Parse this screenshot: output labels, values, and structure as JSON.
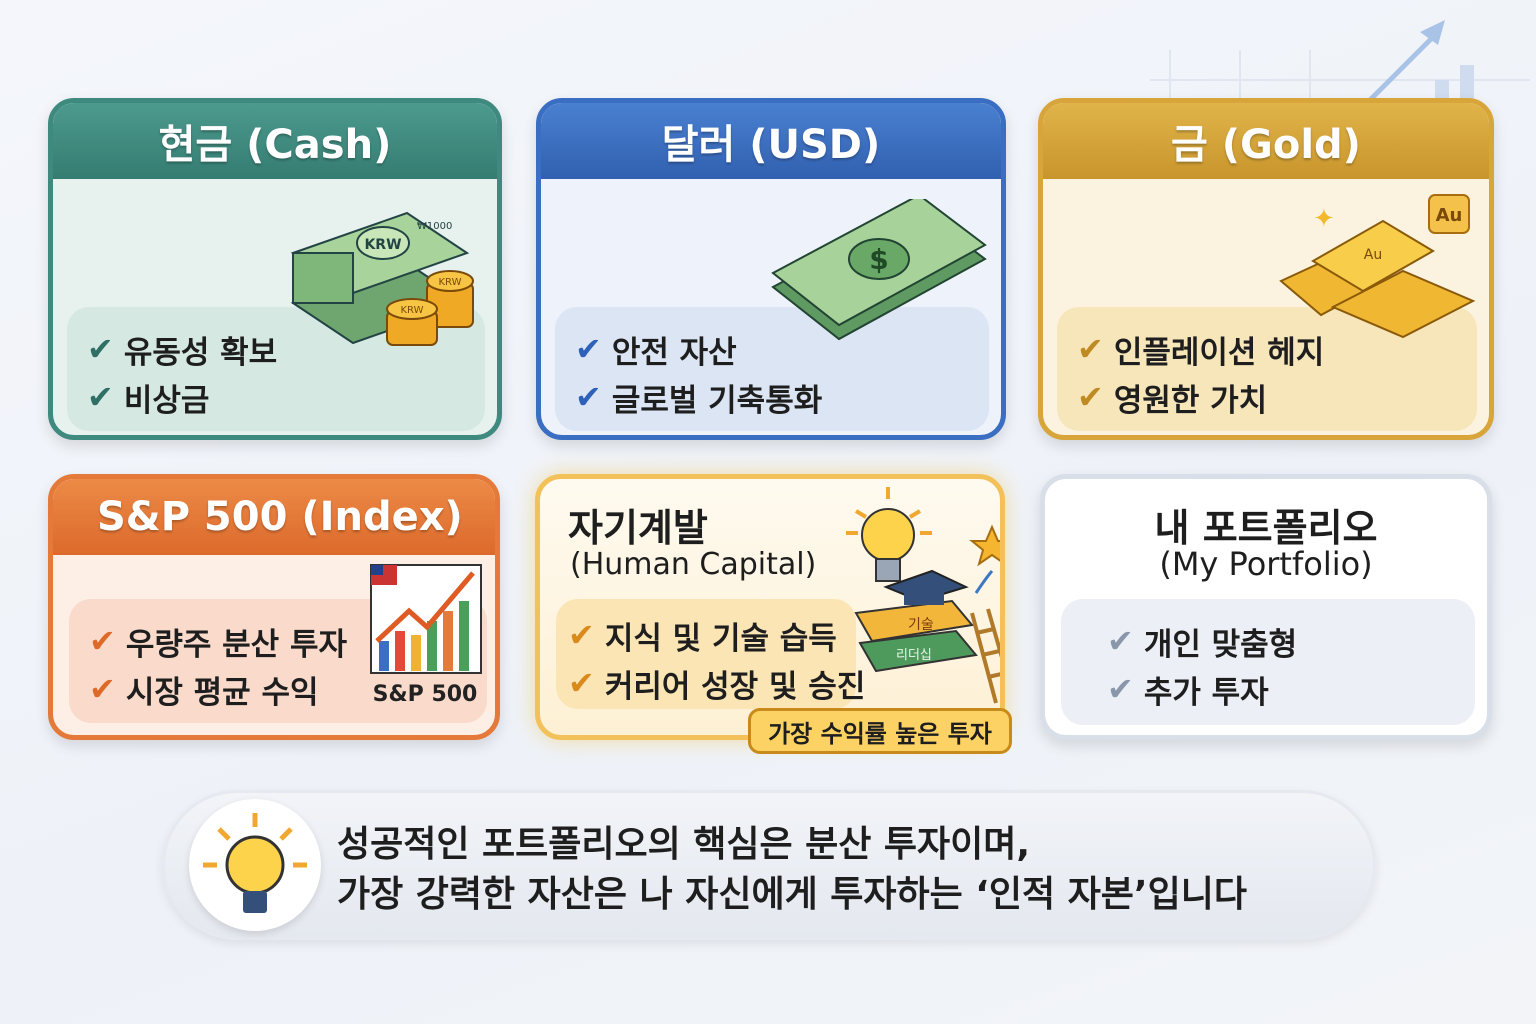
{
  "cards": [
    {
      "title": "현금 (Cash)",
      "items": [
        "유동성 확보",
        "비상금"
      ],
      "color": "#3e8a7f",
      "illustration": "krw-cash-stack-icon",
      "labels": {
        "note": "KRW",
        "denom": "₩1000",
        "coin": "KRW"
      }
    },
    {
      "title": "달러 (USD)",
      "items": [
        "안전 자산",
        "글로벌 기축통화"
      ],
      "color": "#3a6ec2",
      "illustration": "dollar-bills-icon",
      "labels": {
        "symbol": "$"
      }
    },
    {
      "title": "금 (Gold)",
      "items": [
        "인플레이션 헤지",
        "영원한 가치"
      ],
      "color": "#d7a53a",
      "illustration": "gold-bars-icon",
      "labels": {
        "bar": "Au",
        "badge": "Au"
      }
    },
    {
      "title": "S&P 500 (Index)",
      "items": [
        "우량주 분산 투자",
        "시장 평균 수익"
      ],
      "color": "#e5793a",
      "illustration": "sp500-chart-icon",
      "labels": {
        "caption": "S&P 500"
      }
    },
    {
      "title": "자기계발",
      "subtitle": "(Human Capital)",
      "items": [
        "지식 및 기술 습득",
        "커리어 성장 및 승진"
      ],
      "color": "#f2b63c",
      "badge": "가장 수익률 높은 투자",
      "illustration": "books-lightbulb-icon",
      "labels": {
        "book1": "기술",
        "book2": "리더십"
      }
    },
    {
      "title": "내 포트폴리오",
      "subtitle": "(My Portfolio)",
      "items": [
        "개인 맞춤형",
        "추가 투자"
      ],
      "color": "#8a97aa"
    }
  ],
  "banner": {
    "line1": "성공적인 포트폴리오의 핵심은 분산 투자이며,",
    "line2": "가장 강력한 자산은 나 자신에게 투자하는 ‘인적 자본’입니다",
    "icon": "lightbulb-icon"
  }
}
